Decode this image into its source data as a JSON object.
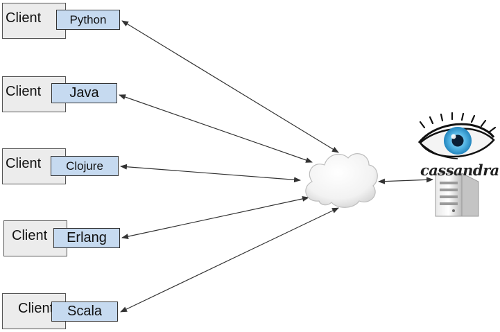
{
  "clients": [
    {
      "client_label": "Client",
      "language": "Python"
    },
    {
      "client_label": "Client",
      "language": "Java"
    },
    {
      "client_label": "Client",
      "language": "Clojure"
    },
    {
      "client_label": "Client",
      "language": "Erlang"
    },
    {
      "client_label": "Client",
      "language": "Scala"
    }
  ],
  "server": {
    "name": "cassandra",
    "eye_color": "#3aa6dd"
  },
  "icons": [
    "cloud-icon",
    "eye-icon",
    "server-tower-icon"
  ]
}
